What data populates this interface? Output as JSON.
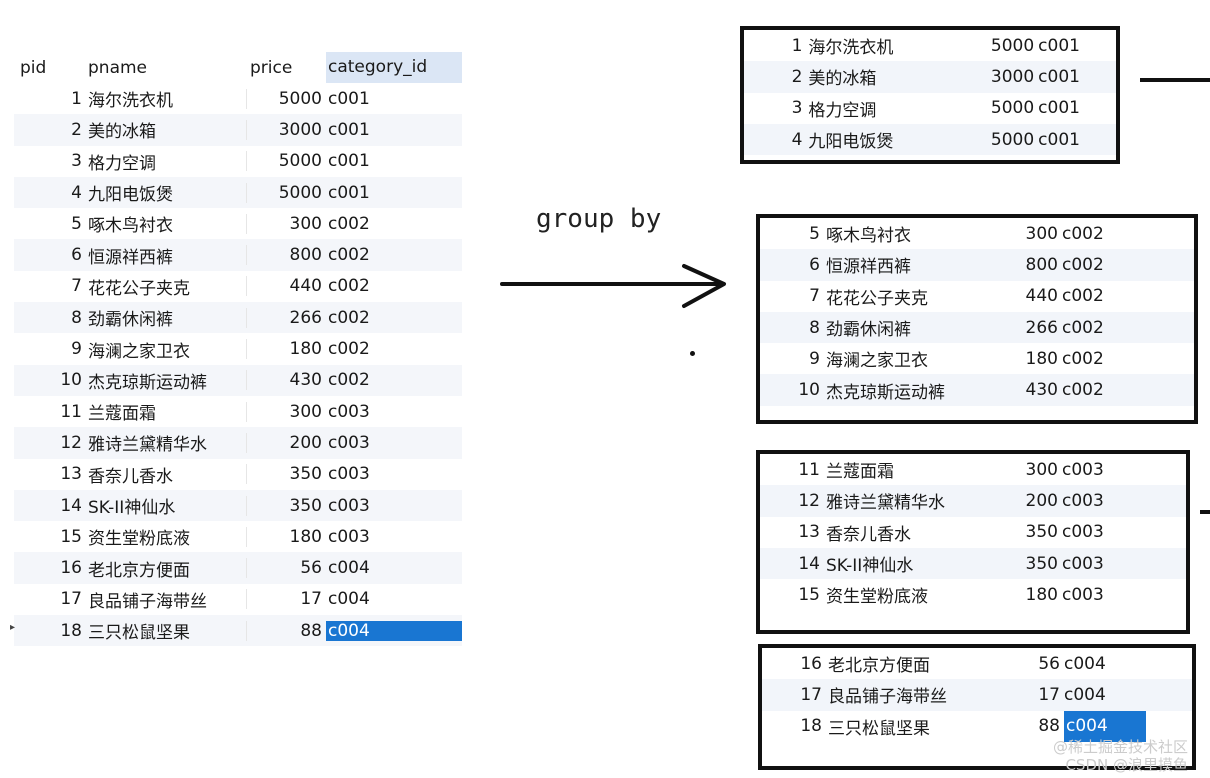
{
  "source_table": {
    "headers": [
      "pid",
      "pname",
      "price",
      "category_id"
    ],
    "rows": [
      {
        "pid": "1",
        "pname": "海尔洗衣机",
        "price": "5000",
        "category_id": "c001"
      },
      {
        "pid": "2",
        "pname": "美的冰箱",
        "price": "3000",
        "category_id": "c001"
      },
      {
        "pid": "3",
        "pname": "格力空调",
        "price": "5000",
        "category_id": "c001"
      },
      {
        "pid": "4",
        "pname": "九阳电饭煲",
        "price": "5000",
        "category_id": "c001"
      },
      {
        "pid": "5",
        "pname": "啄木鸟衬衣",
        "price": "300",
        "category_id": "c002"
      },
      {
        "pid": "6",
        "pname": "恒源祥西裤",
        "price": "800",
        "category_id": "c002"
      },
      {
        "pid": "7",
        "pname": "花花公子夹克",
        "price": "440",
        "category_id": "c002"
      },
      {
        "pid": "8",
        "pname": "劲霸休闲裤",
        "price": "266",
        "category_id": "c002"
      },
      {
        "pid": "9",
        "pname": "海澜之家卫衣",
        "price": "180",
        "category_id": "c002"
      },
      {
        "pid": "10",
        "pname": "杰克琼斯运动裤",
        "price": "430",
        "category_id": "c002"
      },
      {
        "pid": "11",
        "pname": "兰蔻面霜",
        "price": "300",
        "category_id": "c003"
      },
      {
        "pid": "12",
        "pname": "雅诗兰黛精华水",
        "price": "200",
        "category_id": "c003"
      },
      {
        "pid": "13",
        "pname": "香奈儿香水",
        "price": "350",
        "category_id": "c003"
      },
      {
        "pid": "14",
        "pname": "SK-II神仙水",
        "price": "350",
        "category_id": "c003"
      },
      {
        "pid": "15",
        "pname": "资生堂粉底液",
        "price": "180",
        "category_id": "c003"
      },
      {
        "pid": "16",
        "pname": "老北京方便面",
        "price": "56",
        "category_id": "c004"
      },
      {
        "pid": "17",
        "pname": "良品铺子海带丝",
        "price": "17",
        "category_id": "c004"
      },
      {
        "pid": "18",
        "pname": "三只松鼠坚果",
        "price": "88",
        "category_id": "c004"
      }
    ]
  },
  "operation_label": "group by",
  "groups": [
    {
      "rows": [
        {
          "pid": "1",
          "pname": "海尔洗衣机",
          "price": "5000",
          "category_id": "c001"
        },
        {
          "pid": "2",
          "pname": "美的冰箱",
          "price": "3000",
          "category_id": "c001"
        },
        {
          "pid": "3",
          "pname": "格力空调",
          "price": "5000",
          "category_id": "c001"
        },
        {
          "pid": "4",
          "pname": "九阳电饭煲",
          "price": "5000",
          "category_id": "c001"
        }
      ]
    },
    {
      "rows": [
        {
          "pid": "5",
          "pname": "啄木鸟衬衣",
          "price": "300",
          "category_id": "c002"
        },
        {
          "pid": "6",
          "pname": "恒源祥西裤",
          "price": "800",
          "category_id": "c002"
        },
        {
          "pid": "7",
          "pname": "花花公子夹克",
          "price": "440",
          "category_id": "c002"
        },
        {
          "pid": "8",
          "pname": "劲霸休闲裤",
          "price": "266",
          "category_id": "c002"
        },
        {
          "pid": "9",
          "pname": "海澜之家卫衣",
          "price": "180",
          "category_id": "c002"
        },
        {
          "pid": "10",
          "pname": "杰克琼斯运动裤",
          "price": "430",
          "category_id": "c002"
        }
      ]
    },
    {
      "rows": [
        {
          "pid": "11",
          "pname": "兰蔻面霜",
          "price": "300",
          "category_id": "c003"
        },
        {
          "pid": "12",
          "pname": "雅诗兰黛精华水",
          "price": "200",
          "category_id": "c003"
        },
        {
          "pid": "13",
          "pname": "香奈儿香水",
          "price": "350",
          "category_id": "c003"
        },
        {
          "pid": "14",
          "pname": "SK-II神仙水",
          "price": "350",
          "category_id": "c003"
        },
        {
          "pid": "15",
          "pname": "资生堂粉底液",
          "price": "180",
          "category_id": "c003"
        }
      ]
    },
    {
      "rows": [
        {
          "pid": "16",
          "pname": "老北京方便面",
          "price": "56",
          "category_id": "c004"
        },
        {
          "pid": "17",
          "pname": "良品铺子海带丝",
          "price": "17",
          "category_id": "c004"
        },
        {
          "pid": "18",
          "pname": "三只松鼠坚果",
          "price": "88",
          "category_id": "c004"
        }
      ]
    }
  ],
  "selected_cell_value": "c004",
  "selection_color": "#1976d2",
  "watermark": {
    "line1": "@稀土掘金技术社区",
    "line2": "CSDN @浪里摸鱼"
  }
}
